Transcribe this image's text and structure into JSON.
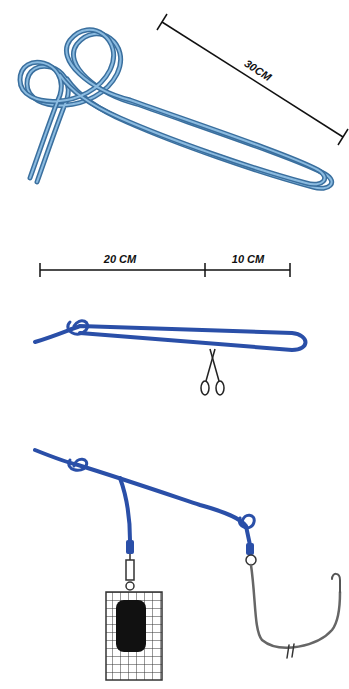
{
  "diagram": {
    "labels": [
      "30CM",
      "20 CM",
      "10 CM"
    ]
  }
}
